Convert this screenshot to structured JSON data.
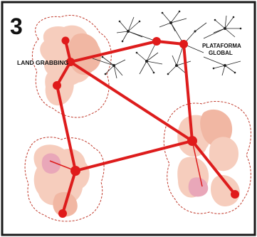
{
  "panel_number": "3",
  "labels": {
    "land_grabbing": "LAND GRABBING",
    "plataforma_line1": "PLATAFORMA",
    "plataforma_line2": "GLOBAL"
  },
  "colors": {
    "frame": "#1a1a1a",
    "network_line": "#dd1c1c",
    "node": "#e01b1b",
    "blob_light": "#f6cdbd",
    "blob_inner": "#f1b7a3",
    "blob_pink": "#e9a7b9",
    "dashed_outline": "#c0392b",
    "global_lines": "#222222"
  }
}
